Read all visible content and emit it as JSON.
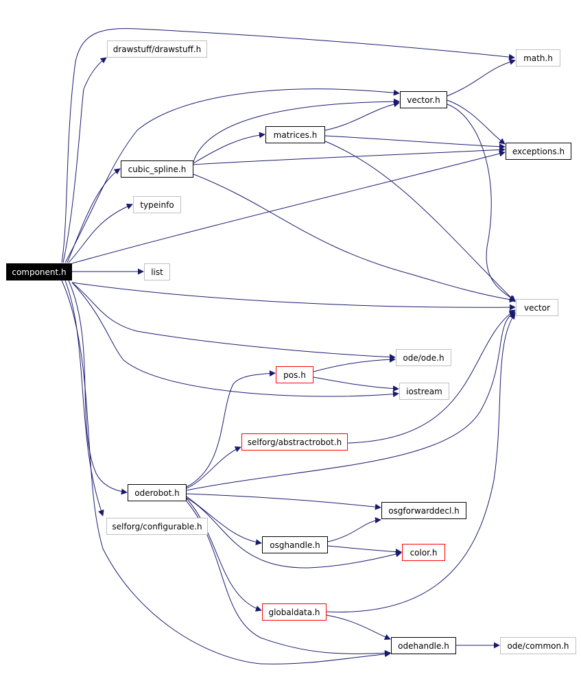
{
  "colors": {
    "edge": "#191970",
    "root_fill": "#000000",
    "root_text": "#ffffff",
    "external_border": "#bfbfbf",
    "truncated_border": "#ff0000",
    "node_border": "#000000"
  },
  "nodes": {
    "component": {
      "label": "component.h"
    },
    "drawstuff": {
      "label": "drawstuff/drawstuff.h"
    },
    "math": {
      "label": "math.h"
    },
    "vector_h": {
      "label": "vector.h"
    },
    "matrices": {
      "label": "matrices.h"
    },
    "exceptions": {
      "label": "exceptions.h"
    },
    "cubic_spline": {
      "label": "cubic_spline.h"
    },
    "typeinfo": {
      "label": "typeinfo"
    },
    "list": {
      "label": "list"
    },
    "vector": {
      "label": "vector"
    },
    "ode": {
      "label": "ode/ode.h"
    },
    "pos": {
      "label": "pos.h"
    },
    "iostream": {
      "label": "iostream"
    },
    "abstractrobot": {
      "label": "selforg/abstractrobot.h"
    },
    "oderobot": {
      "label": "oderobot.h"
    },
    "osgforwarddecl": {
      "label": "osgforwarddecl.h"
    },
    "configurable": {
      "label": "selforg/configurable.h"
    },
    "osghandle": {
      "label": "osghandle.h"
    },
    "color": {
      "label": "color.h"
    },
    "globaldata": {
      "label": "globaldata.h"
    },
    "odehandle": {
      "label": "odehandle.h"
    },
    "odecommon": {
      "label": "ode/common.h"
    }
  }
}
